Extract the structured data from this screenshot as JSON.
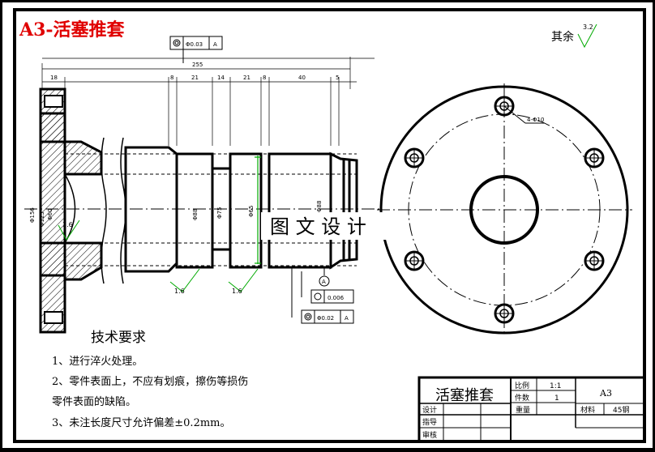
{
  "header": {
    "title": "A3-活塞推套",
    "title_color": "#e00000",
    "roughness_rest_label": "其余",
    "roughness_rest_value": "3.2"
  },
  "dimensions": {
    "overall_length": "255",
    "segments": [
      "18",
      "8",
      "21",
      "14",
      "21",
      "8",
      "40",
      "5"
    ],
    "hole_callout": "4-Φ10",
    "diameter_labels": [
      "Φ156",
      "Φ125",
      "Φ60",
      "Φ88",
      "Φ75",
      "Φ65",
      "Φ88"
    ]
  },
  "tolerances": {
    "top_frame_value": "Φ0.03",
    "top_frame_datum": "A",
    "mid_frame_value": "0.006",
    "bottom_frame_value": "Φ0.02",
    "bottom_frame_datum": "A",
    "datum_label": "A"
  },
  "surface_roughness": [
    "1.6",
    "1.6",
    "1.6"
  ],
  "watermark": "图 文 设 计",
  "requirements": {
    "title": "技术要求",
    "items": [
      "1、进行淬火处理。",
      "2、零件表面上，不应有划痕，擦伤等损伤",
      "零件表面的缺陷。",
      "3、未注长度尺寸允许偏差±0.2mm。"
    ]
  },
  "title_block": {
    "part_name": "活塞推套",
    "scale_label": "比例",
    "scale_value": "1:1",
    "qty_label": "件数",
    "qty_value": "1",
    "drawing_no": "A3",
    "designer_label": "设计",
    "checker_label": "指导",
    "reviewer_label": "审核",
    "weight_label": "重量",
    "material_label": "材料",
    "material_value": "45钢"
  }
}
